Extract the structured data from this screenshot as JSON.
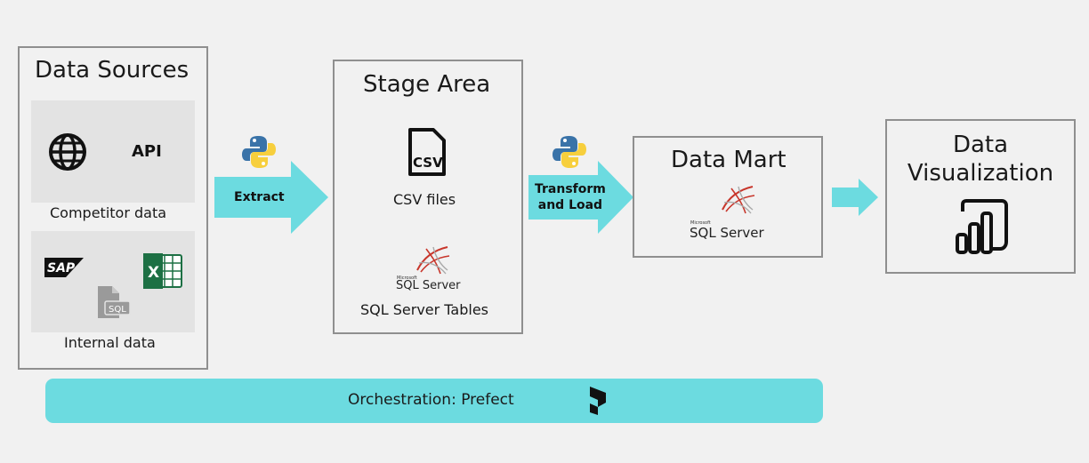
{
  "data_sources": {
    "title": "Data Sources",
    "competitor_caption": "Competitor data",
    "internal_caption": "Internal data",
    "api_label": "API",
    "sap_label": "SAP",
    "excel_label": "X",
    "sql_file_label": "SQL"
  },
  "extract": {
    "label": "Extract"
  },
  "stage_area": {
    "title": "Stage Area",
    "csv_icon_label": "CSV",
    "csv_caption": "CSV files",
    "sql_logo_small": "Microsoft",
    "sql_logo_text": "SQL Server",
    "sql_caption": "SQL Server Tables"
  },
  "transform": {
    "label_line1": "Transform",
    "label_line2": "and Load"
  },
  "data_mart": {
    "title": "Data Mart",
    "sql_logo_small": "Microsoft",
    "sql_logo_text": "SQL Server"
  },
  "data_viz": {
    "title_line1": "Data",
    "title_line2": "Visualization"
  },
  "orchestration": {
    "label": "Orchestration: Prefect"
  },
  "colors": {
    "accent": "#6cdbe0",
    "python_blue": "#3a73a8",
    "python_yellow": "#f7cf3d",
    "excel_green": "#1d7044",
    "sql_red": "#c8362b"
  }
}
